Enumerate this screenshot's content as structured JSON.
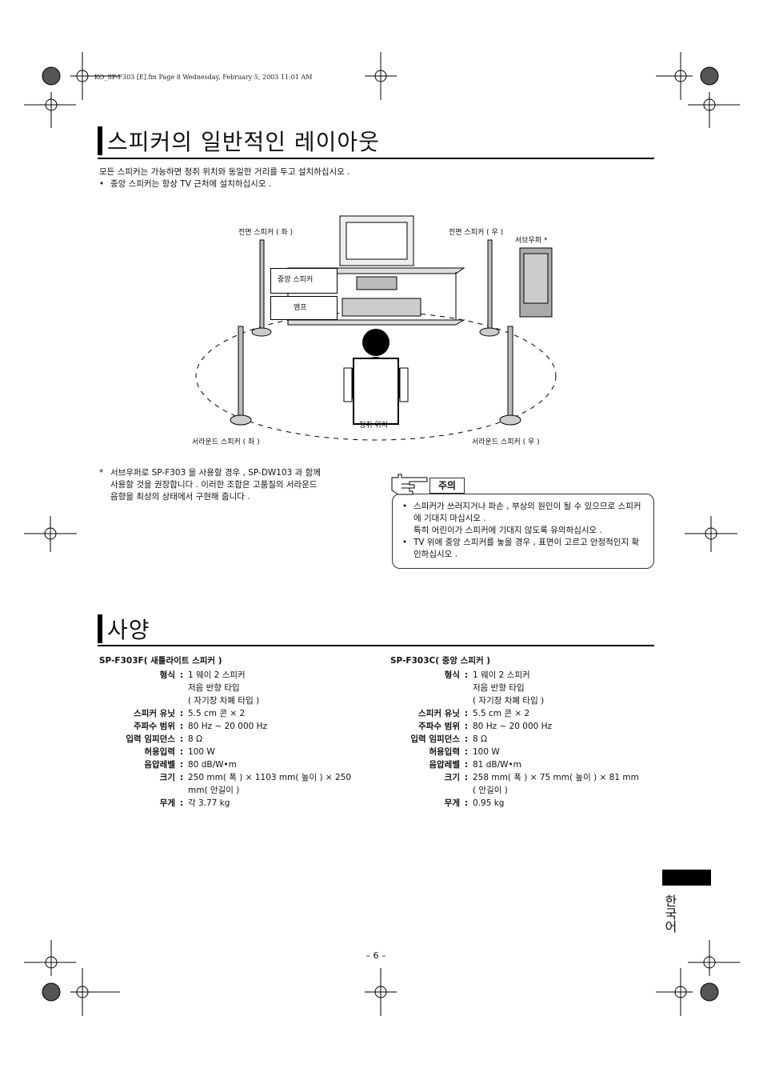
{
  "header": {
    "file_info": "KO_SP-F303 [E].fm  Page 8  Wednesday, February 5, 2003  11:01 AM"
  },
  "layout_section": {
    "title": "스피커의 일반적인 레이아웃",
    "intro": "모든 스피커는 가능하면 청취 위치와 동일한 거리를 두고 설치하십시오 .",
    "bullet": "중앙 스피커는 항상 TV 근처에 설치하십시오 ."
  },
  "diagram": {
    "front_left": "전면 스피커 ( 좌 )",
    "front_right": "전면 스피커 ( 우 )",
    "subwoofer": "서브우퍼 *",
    "center": "중앙 스피커",
    "amp": "앰프",
    "listening": "청취 위치",
    "surround_left": "서라운드 스피커 ( 좌 )",
    "surround_right": "서라운드 스피커 ( 우 )"
  },
  "footnote": {
    "mark": "*",
    "lines": [
      "서브우퍼로 SP-F303 을 사용할 경우 , SP-DW103 과 함께",
      "사용할 것을 권장합니다 . 이러한 조합은 고품질의 서라운드",
      "음향을 최상의 상태에서 구현해 줍니다 ."
    ]
  },
  "caution": {
    "label": "주의",
    "items": [
      "스피커가 쓰러지거나 파손 , 부상의 원인이 될 수 있으므로 스피커에 기대지 마십시오 .",
      "특히 어린이가 스피커에 기대지 않도록 유의하십시오 .",
      "TV 위에 중앙 스피커를 놓을 경우 , 표면이 고르고 안정적인지 확인하십시오 ."
    ]
  },
  "spec_section": {
    "title": "사양",
    "left": {
      "heading": "SP-F303F( 새틀라이트 스피커 )",
      "rows": [
        {
          "label": "형식",
          "value": "1 웨이 2 스피커"
        },
        {
          "label": "",
          "value": "저음 반향 타입"
        },
        {
          "label": "",
          "value": "( 자기장 차폐 타입 )"
        },
        {
          "label": "스피커 유닛",
          "value": "5.5 cm 콘 × 2"
        },
        {
          "label": "주파수 범위",
          "value": "80 Hz ~ 20 000 Hz"
        },
        {
          "label": "입력 임피던스",
          "value": "8 Ω"
        },
        {
          "label": "허용입력",
          "value": "100 W"
        },
        {
          "label": "음압레벨",
          "value": "80 dB/W•m"
        },
        {
          "label": "크기",
          "value": "250 mm( 폭 ) × 1103 mm( 높이 ) × 250"
        },
        {
          "label": "",
          "value": "mm( 안길이 )"
        },
        {
          "label": "무게",
          "value": "각 3.77 kg"
        }
      ]
    },
    "right": {
      "heading": "SP-F303C( 중앙 스피커 )",
      "rows": [
        {
          "label": "형식",
          "value": "1 웨이 2 스피커"
        },
        {
          "label": "",
          "value": "저음 반향 타입"
        },
        {
          "label": "",
          "value": "( 자기장 차폐 타입 )"
        },
        {
          "label": "스피커 유닛",
          "value": "5.5 cm 콘 × 2"
        },
        {
          "label": "주파수 범위",
          "value": "80 Hz ~ 20 000 Hz"
        },
        {
          "label": "입력 임피던스",
          "value": "8 Ω"
        },
        {
          "label": "허용입력",
          "value": "100 W"
        },
        {
          "label": "음압레벨",
          "value": "81 dB/W•m"
        },
        {
          "label": "크기",
          "value": "258 mm( 폭 ) × 75 mm( 높이 ) × 81 mm"
        },
        {
          "label": "",
          "value": "( 안길이 )"
        },
        {
          "label": "무게",
          "value": "0.95 kg"
        }
      ]
    }
  },
  "language_tab": "한국어",
  "page_number": "– 6 –"
}
